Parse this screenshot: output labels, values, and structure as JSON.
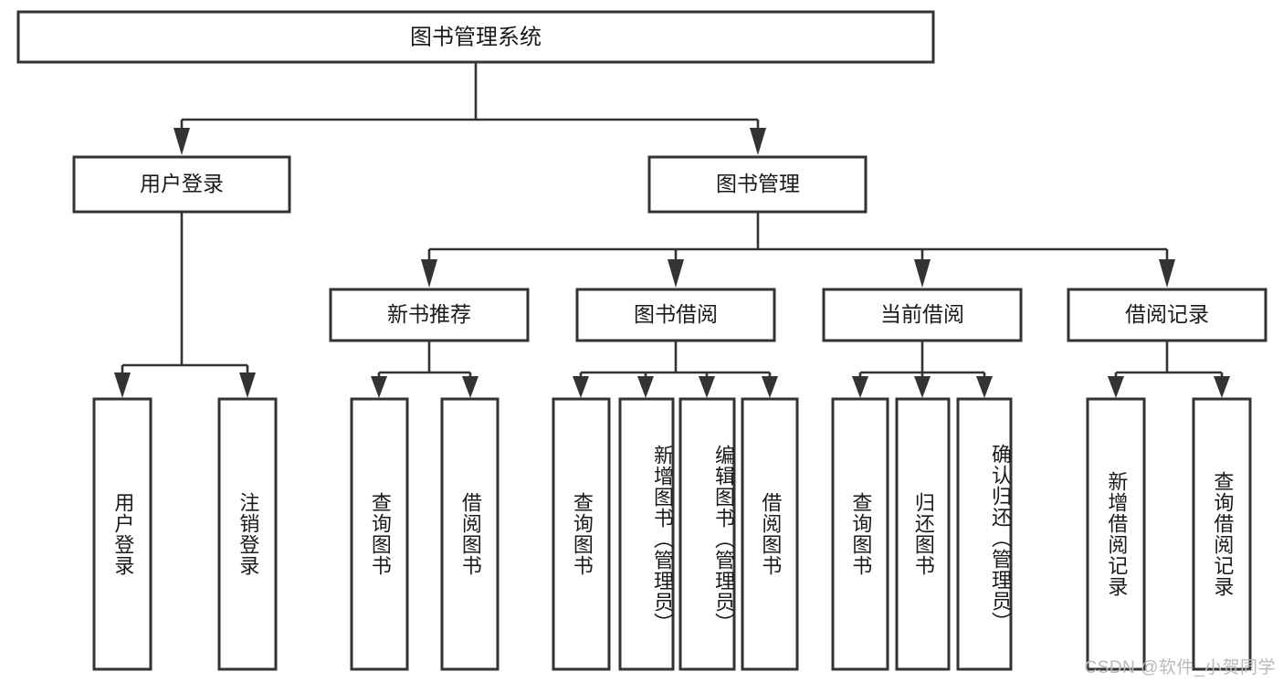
{
  "diagram": {
    "title": "图书管理系统",
    "type": "hierarchy-tree",
    "watermark": "CSDN @软件_小贺同学",
    "root": {
      "id": "root",
      "label": "图书管理系统"
    },
    "level2": [
      {
        "id": "user-login",
        "label": "用户登录"
      },
      {
        "id": "book-management",
        "label": "图书管理"
      }
    ],
    "level3": [
      {
        "id": "new-book-recommend",
        "label": "新书推荐",
        "parent": "book-management"
      },
      {
        "id": "book-borrow",
        "label": "图书借阅",
        "parent": "book-management"
      },
      {
        "id": "current-borrow",
        "label": "当前借阅",
        "parent": "book-management"
      },
      {
        "id": "borrow-record",
        "label": "借阅记录",
        "parent": "book-management"
      }
    ],
    "leaves": [
      {
        "id": "leaf-user-login",
        "label": "用户登录",
        "parent": "user-login"
      },
      {
        "id": "leaf-user-logout",
        "label": "注销登录",
        "parent": "user-login"
      },
      {
        "id": "leaf-query-book-1",
        "label": "查询图书",
        "parent": "new-book-recommend"
      },
      {
        "id": "leaf-borrow-book-1",
        "label": "借阅图书",
        "parent": "new-book-recommend"
      },
      {
        "id": "leaf-query-book-2",
        "label": "查询图书",
        "parent": "book-borrow"
      },
      {
        "id": "leaf-add-book",
        "label": "新增图书（管理员）",
        "parent": "book-borrow"
      },
      {
        "id": "leaf-edit-book",
        "label": "编辑图书（管理员）",
        "parent": "book-borrow"
      },
      {
        "id": "leaf-borrow-book-2",
        "label": "借阅图书",
        "parent": "book-borrow"
      },
      {
        "id": "leaf-query-book-3",
        "label": "查询图书",
        "parent": "current-borrow"
      },
      {
        "id": "leaf-return-book",
        "label": "归还图书",
        "parent": "current-borrow"
      },
      {
        "id": "leaf-confirm-return",
        "label": "确认归还（管理员）",
        "parent": "current-borrow"
      },
      {
        "id": "leaf-add-borrow-record",
        "label": "新增借阅记录",
        "parent": "borrow-record"
      },
      {
        "id": "leaf-query-borrow-record",
        "label": "查询借阅记录",
        "parent": "borrow-record"
      }
    ],
    "colors": {
      "box_stroke": "#333333",
      "box_fill": "#ffffff",
      "connector": "#333333",
      "text": "#1a1a1a",
      "watermark": "#b9b9b9",
      "background": "#ffffff"
    }
  }
}
